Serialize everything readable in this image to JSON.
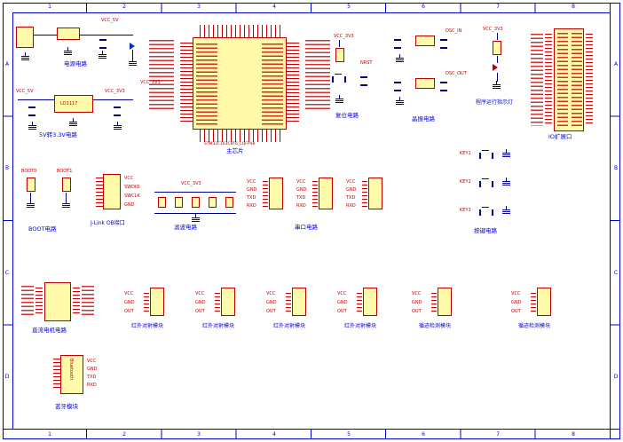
{
  "sheet": {
    "cols": [
      "1",
      "2",
      "3",
      "4",
      "5",
      "6",
      "7",
      "8"
    ],
    "rows": [
      "A",
      "B",
      "C",
      "D"
    ]
  },
  "colors": {
    "sheet_border": "#0000c8",
    "component_fill": "#fffbaa",
    "component_border": "#c00000",
    "wire": "#00008b",
    "section_label": "#0000d2",
    "net_label": "#c00000"
  },
  "sections": {
    "power": {
      "label": "电源电路",
      "net": "VCC_5V"
    },
    "reg": {
      "label": "5V转3.3V电路",
      "chip": "LD1117",
      "net_in": "VCC_5V",
      "net_out": "VCC_3V3"
    },
    "mcu": {
      "label": "主芯片",
      "part": "STM32F103C8T6_LQFP48",
      "net": "VCC_3V3"
    },
    "reset": {
      "label": "复位电路",
      "net_top": "VCC_3V3",
      "net_out": "NRST"
    },
    "crystal": {
      "label": "晶振电路",
      "net_a": "OSC_IN",
      "net_b": "OSC_OUT"
    },
    "runled": {
      "label": "程序运行指示灯",
      "net_top": "VCC_3V3"
    },
    "ioport": {
      "label": "IO扩展口"
    },
    "boot": {
      "label": "BOOT电路",
      "nets": [
        "BOOT0",
        "BOOT1"
      ]
    },
    "jlink": {
      "label": "J-Link OB接口",
      "pins": [
        "VCC",
        "SWDIO",
        "SWCLK",
        "GND"
      ]
    },
    "filter": {
      "label": "滤波电路",
      "net_top": "VCC_3V3"
    },
    "serial": {
      "label": "串口电路",
      "pins": [
        "VCC",
        "GND",
        "TXD",
        "RXD"
      ]
    },
    "keys": {
      "label": "按键电路",
      "nets": [
        "KEY1",
        "KEY2",
        "KEY3"
      ]
    },
    "motor": {
      "label": "直流电机电路"
    },
    "ir": {
      "label": "红外对射模块",
      "pins": [
        "VCC",
        "GND",
        "OUT"
      ]
    },
    "track": {
      "label": "循迹检测模块",
      "pins": [
        "VCC",
        "GND",
        "OUT"
      ]
    },
    "bt": {
      "label": "蓝牙模块",
      "chip": "Bluetooth",
      "pins": [
        "VCC",
        "GND",
        "TXD",
        "RXD"
      ]
    }
  }
}
